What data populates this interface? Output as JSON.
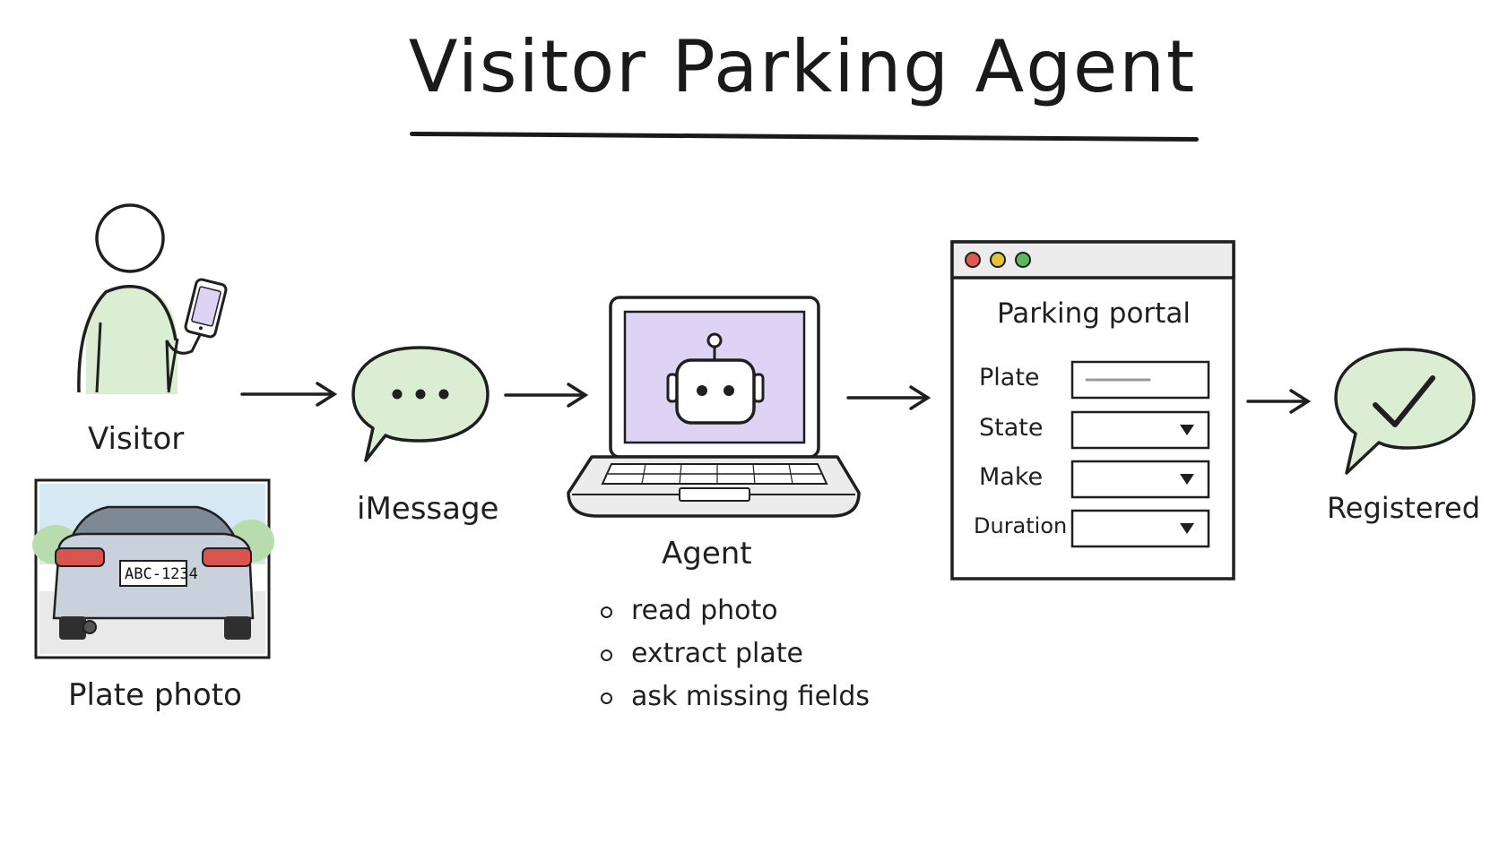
{
  "title": "Visitor Parking Agent",
  "nodes": {
    "visitor": {
      "label": "Visitor"
    },
    "plate_photo": {
      "label": "Plate photo",
      "plate_text": "ABC-1234"
    },
    "imessage": {
      "label": "iMessage"
    },
    "agent": {
      "label": "Agent",
      "steps": [
        "read photo",
        "extract plate",
        "ask missing fields"
      ]
    },
    "portal": {
      "title": "Parking portal",
      "fields": [
        "Plate",
        "State",
        "Make",
        "Duration"
      ]
    },
    "registered": {
      "label": "Registered"
    }
  },
  "colors": {
    "ink": "#1f1f1f",
    "green_fill": "#dbeed3",
    "purple_fill": "#dcd3f5",
    "window_red": "#e0584f",
    "window_yellow": "#e6c43a",
    "window_green": "#5cb85c"
  }
}
